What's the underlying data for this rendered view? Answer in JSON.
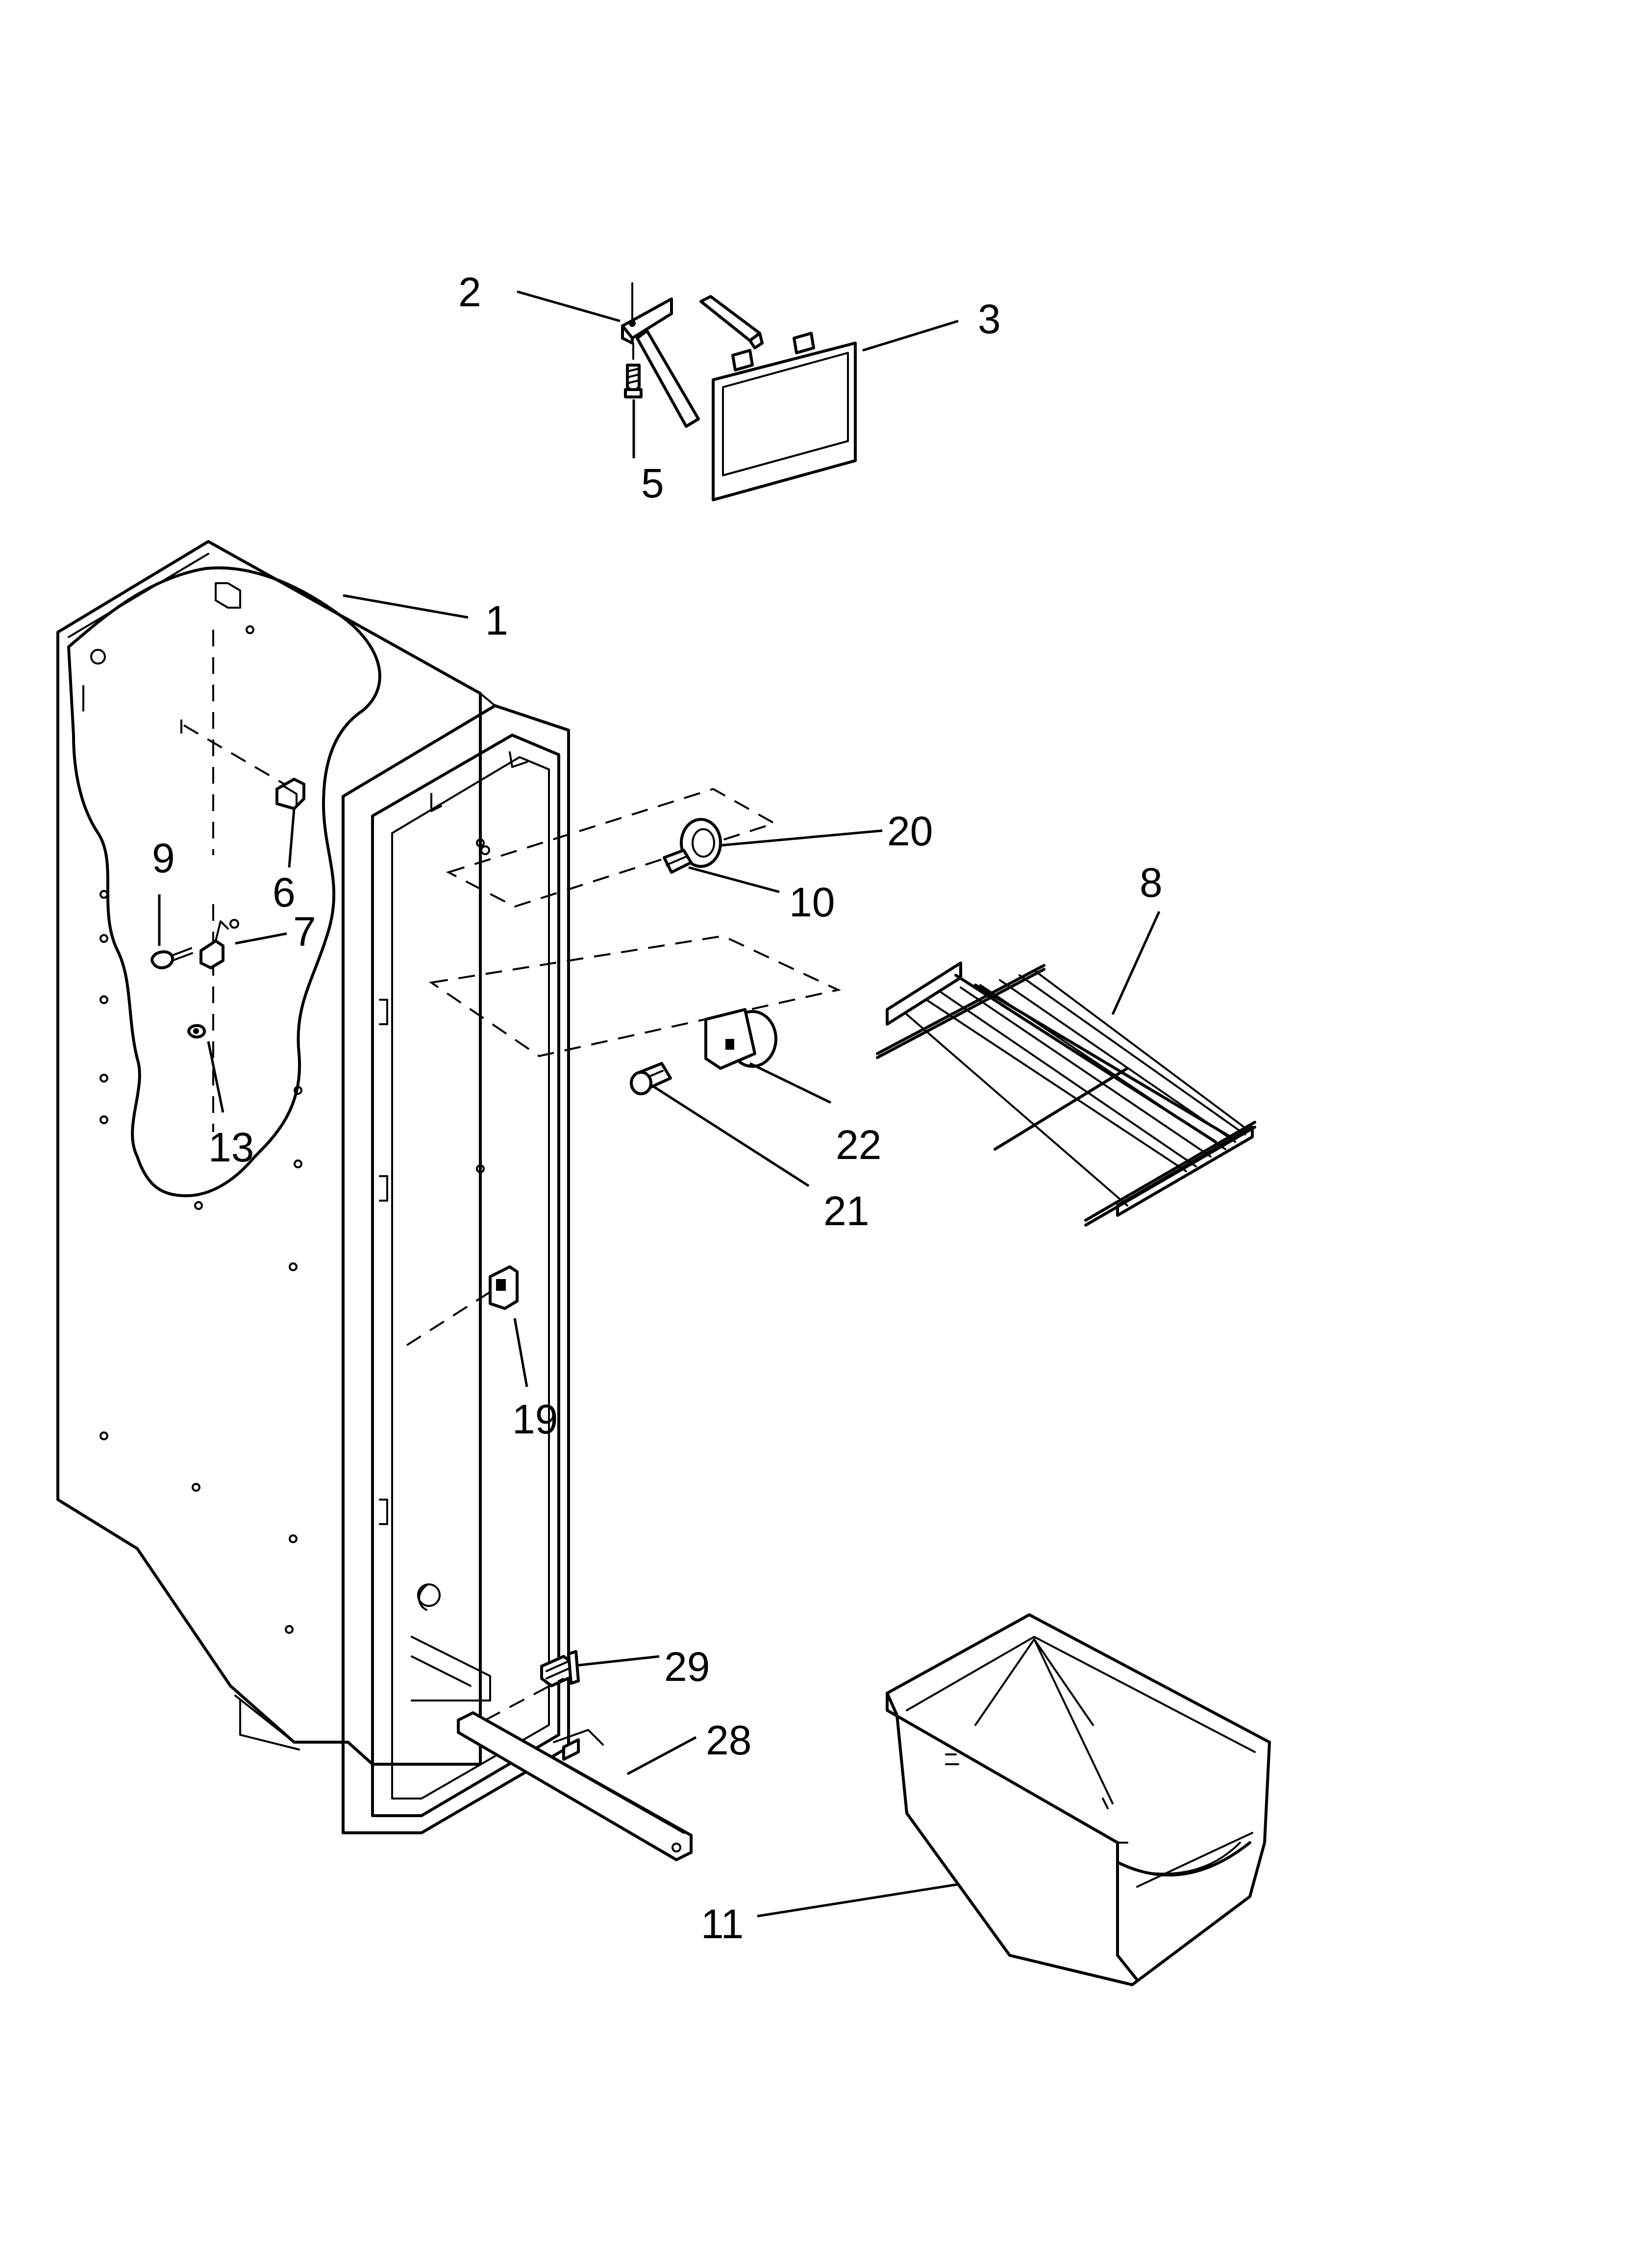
{
  "diagram": {
    "callouts": [
      {
        "id": "1",
        "label": "1"
      },
      {
        "id": "2",
        "label": "2"
      },
      {
        "id": "3",
        "label": "3"
      },
      {
        "id": "5",
        "label": "5"
      },
      {
        "id": "6",
        "label": "6"
      },
      {
        "id": "7",
        "label": "7"
      },
      {
        "id": "8",
        "label": "8"
      },
      {
        "id": "9",
        "label": "9"
      },
      {
        "id": "10",
        "label": "10"
      },
      {
        "id": "11",
        "label": "11"
      },
      {
        "id": "13",
        "label": "13"
      },
      {
        "id": "19",
        "label": "19"
      },
      {
        "id": "20",
        "label": "20"
      },
      {
        "id": "21",
        "label": "21"
      },
      {
        "id": "22",
        "label": "22"
      },
      {
        "id": "28",
        "label": "28"
      },
      {
        "id": "29",
        "label": "29"
      }
    ]
  }
}
